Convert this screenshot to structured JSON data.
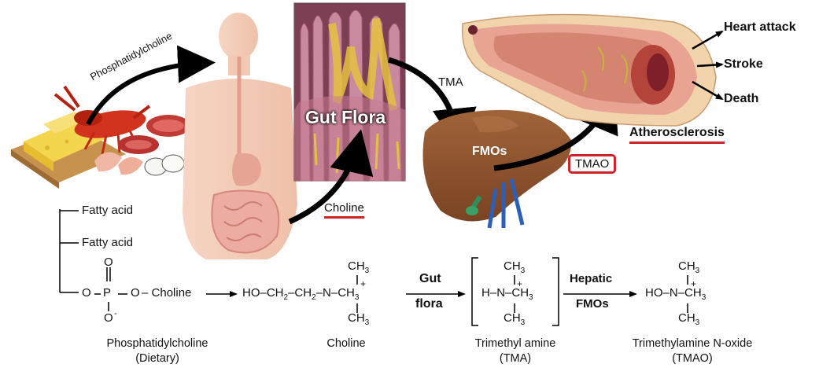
{
  "diagram": {
    "organ_labels": {
      "phosphatidylcholine_arrow": "Phosphatidylcholine",
      "gut_flora": "Gut Flora",
      "choline": "Choline",
      "tma": "TMA",
      "fmos": "FMOs",
      "tmao": "TMAO",
      "atherosclerosis": "Atherosclerosis"
    },
    "outcomes": [
      "Heart attack",
      "Stroke",
      "Death"
    ],
    "pathway": {
      "fatty_acid_1": "Fatty acid",
      "fatty_acid_2": "Fatty acid",
      "phosphate": {
        "o_top": "O",
        "o_left": "O",
        "p": "P",
        "o_right": "O",
        "o_bottom": "O",
        "charge": "-",
        "choline_label": "Choline"
      },
      "choline_formula": {
        "left": "HO",
        "ch2a": "CH",
        "ch2b": "CH",
        "sub2": "2",
        "n": "N",
        "plus": "+",
        "ch3": "CH",
        "sub3": "3"
      },
      "gut_flora_step": [
        "Gut",
        "flora"
      ],
      "hepatic_step": [
        "Hepatic",
        "FMOs"
      ],
      "tma_formula": {
        "h": "H",
        "n": "N",
        "plus": "+"
      },
      "tmao_formula": {
        "ho": "HO",
        "n": "N",
        "plus": "+"
      }
    },
    "captions": [
      {
        "name": "Phosphatidylcholine",
        "sub": "(Dietary)"
      },
      {
        "name": "Choline",
        "sub": ""
      },
      {
        "name": "Trimethyl amine",
        "sub": "(TMA)"
      },
      {
        "name": "Trimethylamine N-oxide",
        "sub": "(TMAO)"
      }
    ],
    "colors": {
      "accent_red": "#d0222a",
      "liver": "#8a4f2b",
      "artery_wall": "#e9c79a",
      "plaque": "#b4433a",
      "skin": "#f3c8b5",
      "intestine": "#e7a9a0",
      "villi_bg": "#7a3f52",
      "villi": "#d7b23c",
      "arrow": "#000000"
    },
    "icons": [
      "food-icon",
      "human-body-icon",
      "intestinal-villi-icon",
      "liver-icon",
      "artery-icon"
    ]
  }
}
